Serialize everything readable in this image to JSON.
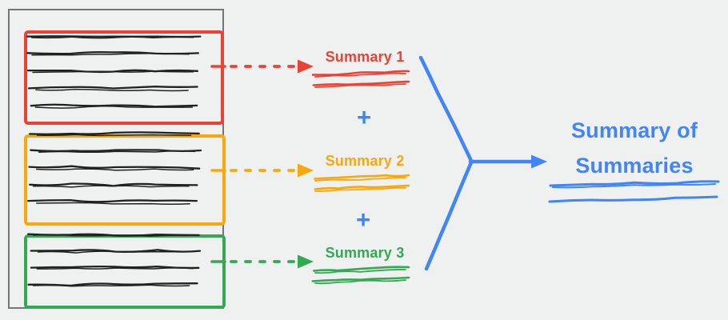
{
  "canvas": {
    "background": "#eff0f0"
  },
  "colors": {
    "red": "#e94335",
    "orange": "#f9a70e",
    "green": "#34a853",
    "blue": "#4285f4",
    "ink": "#212121",
    "document_border": "#757575",
    "background": "#eff0f0"
  },
  "document": {
    "sections": [
      {
        "name": "section-1",
        "color": "red",
        "text_line_count": 5
      },
      {
        "name": "section-2",
        "color": "orange",
        "text_line_count": 5
      },
      {
        "name": "section-3",
        "color": "green",
        "text_line_count": 4
      }
    ]
  },
  "summaries": [
    {
      "label": "Summary 1",
      "color": "red"
    },
    {
      "label": "Summary 2",
      "color": "orange"
    },
    {
      "label": "Summary 3",
      "color": "green"
    }
  ],
  "operators": {
    "plus": "+"
  },
  "result": {
    "line1": "Summary of",
    "line2": "Summaries",
    "color": "blue"
  }
}
